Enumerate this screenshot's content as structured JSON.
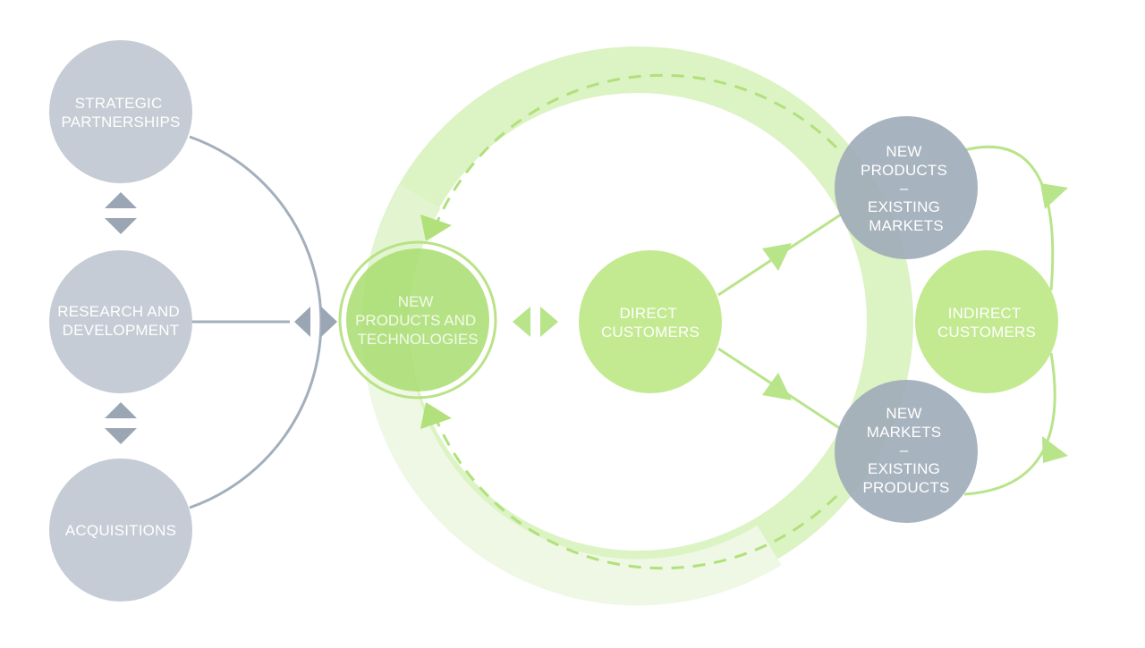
{
  "colors": {
    "grey": "#c5ccd5",
    "grey_dark": "#9aa6b3",
    "grey_line": "#a3afbc",
    "green": "#c8eb9c",
    "green_mid": "#b2e07b",
    "green_ring": "#dcf3c4",
    "green_ring_light": "#eef8e4",
    "green_arrow": "#b8e48a"
  },
  "nodes": {
    "strategic": {
      "lines": [
        "STRATEGIC",
        "PARTNERSHIPS"
      ]
    },
    "research": {
      "lines": [
        "RESEARCH AND",
        "DEVELOPMENT"
      ]
    },
    "acquisitions": {
      "lines": [
        "ACQUISITIONS"
      ]
    },
    "new_products_tech": {
      "lines": [
        "NEW",
        "PRODUCTS AND",
        "TECHNOLOGIES"
      ]
    },
    "direct_customers": {
      "lines": [
        "DIRECT",
        "CUSTOMERS"
      ]
    },
    "new_products_existing_markets": {
      "lines": [
        "NEW",
        "PRODUCTS",
        "–",
        "EXISTING",
        "MARKETS"
      ]
    },
    "indirect_customers": {
      "lines": [
        "INDIRECT",
        "CUSTOMERS"
      ]
    },
    "new_markets_existing_products": {
      "lines": [
        "NEW",
        "MARKETS",
        "–",
        "EXISTING",
        "PRODUCTS"
      ]
    }
  }
}
